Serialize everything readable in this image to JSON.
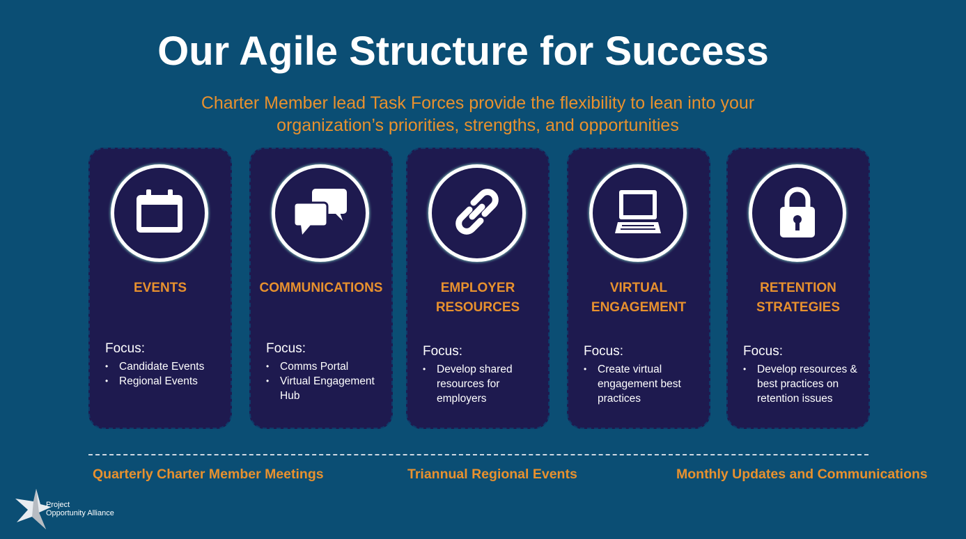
{
  "title": "Our Agile Structure for Success",
  "subtitle": [
    "Charter Member lead Task Forces provide the flexibility to lean into your",
    "organization’s priorities, strengths, and opportunities"
  ],
  "focus_label": "Focus:",
  "cards": [
    {
      "icon": "calendar-icon",
      "title": [
        "EVENTS"
      ],
      "items": [
        "Candidate Events",
        "Regional Events"
      ]
    },
    {
      "icon": "chat-bubbles-icon",
      "title": [
        "COMMUNICATIONS"
      ],
      "items": [
        "Comms Portal",
        "Virtual Engagement Hub"
      ]
    },
    {
      "icon": "link-icon",
      "title": [
        "EMPLOYER",
        "RESOURCES"
      ],
      "items": [
        "Develop shared resources for employers"
      ]
    },
    {
      "icon": "laptop-icon",
      "title": [
        "VIRTUAL",
        "ENGAGEMENT"
      ],
      "items": [
        "Create virtual engagement best practices"
      ]
    },
    {
      "icon": "padlock-icon",
      "title": [
        "RETENTION",
        "STRATEGIES"
      ],
      "items": [
        "Develop resources & best practices on retention issues"
      ]
    }
  ],
  "bottom": [
    "Quarterly Charter Member Meetings",
    "Triannual Regional Events",
    "Monthly Updates and Communications"
  ],
  "logo": {
    "line1": "Project",
    "line2": "Opportunity Alliance"
  },
  "colors": {
    "background": "#0b4e74",
    "card": "#1e1a4f",
    "accent": "#e8912e"
  }
}
